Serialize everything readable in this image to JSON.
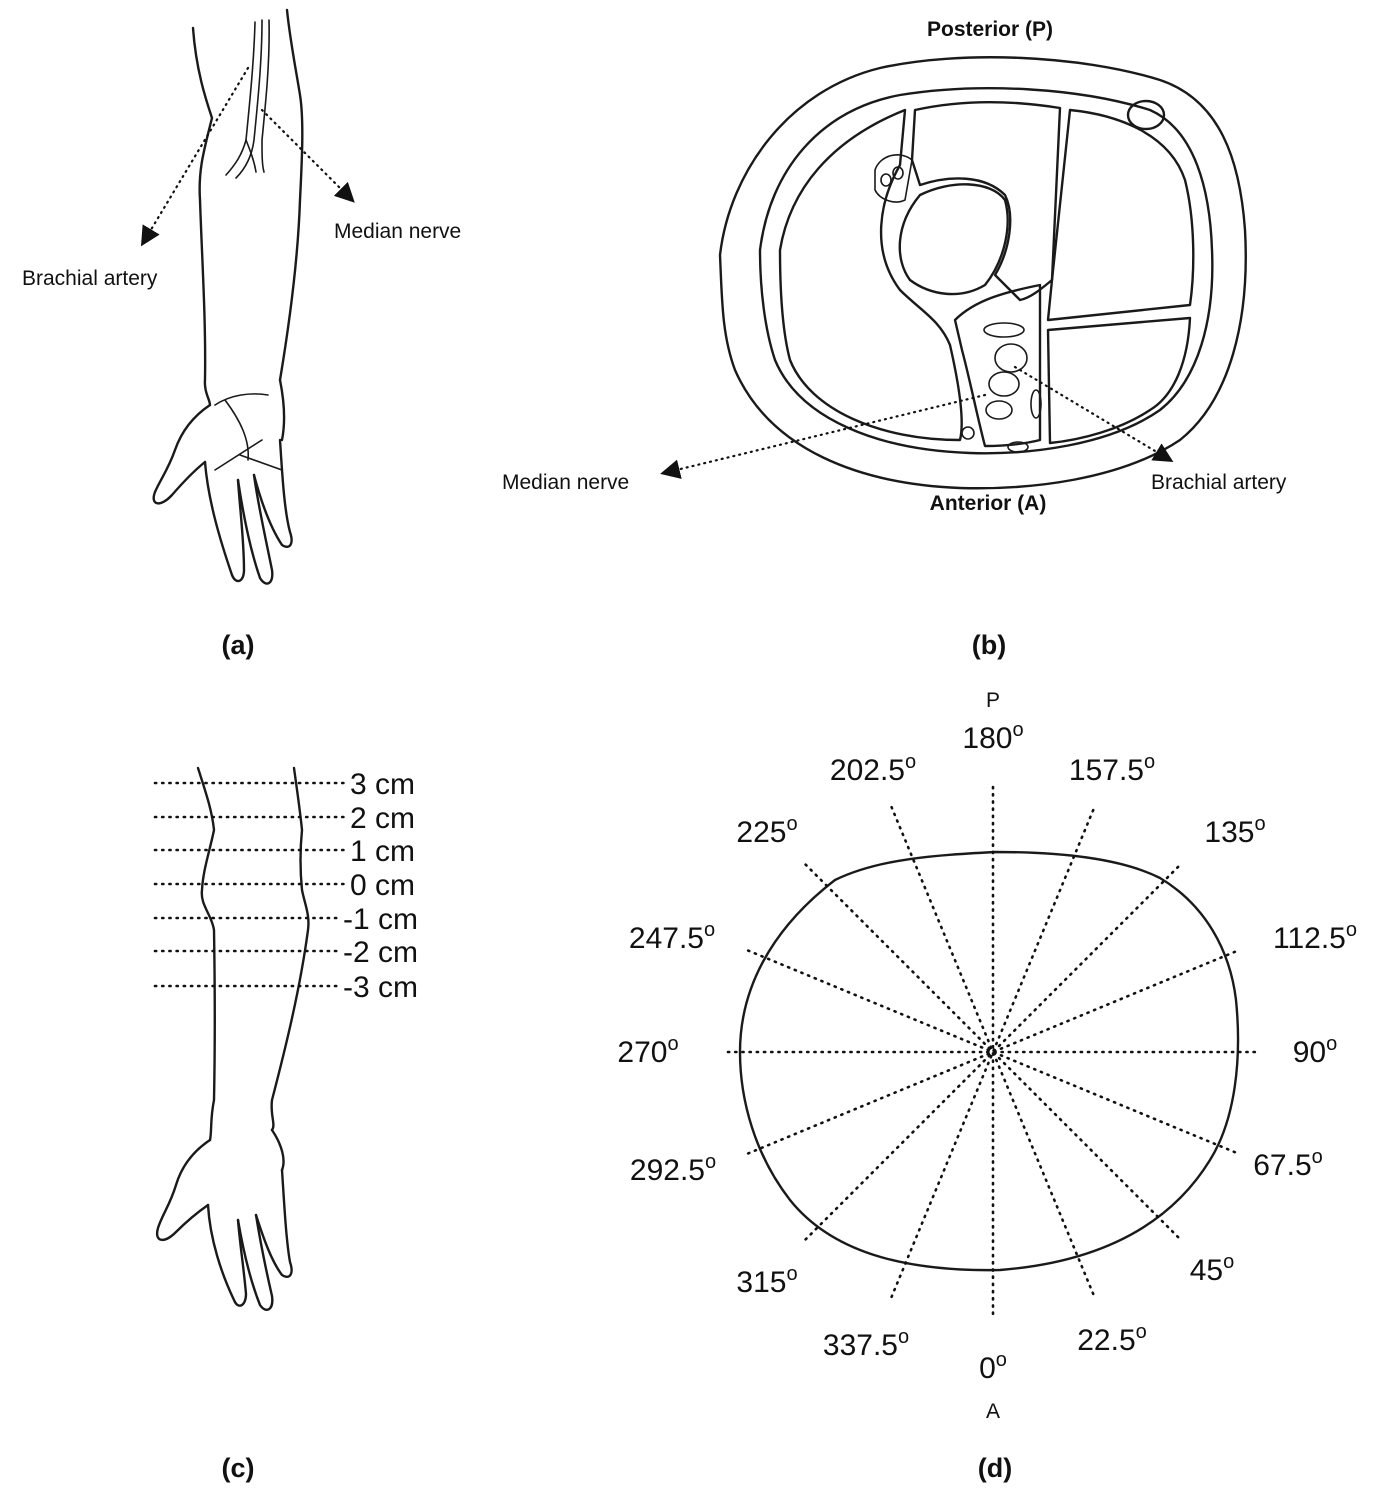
{
  "panel_a": {
    "label_brachial": "Brachial artery",
    "label_median": "Median nerve",
    "caption": "(a)"
  },
  "panel_b": {
    "posterior": "Posterior (P)",
    "anterior": "Anterior (A)",
    "label_median": "Median nerve",
    "label_brachial": "Brachial artery",
    "caption": "(b)"
  },
  "panel_c": {
    "levels": [
      "3 cm",
      "2 cm",
      "1 cm",
      "0 cm",
      "-1 cm",
      "-2 cm",
      "-3 cm"
    ],
    "caption": "(c)"
  },
  "panel_d": {
    "top_letter": "P",
    "bottom_letter": "A",
    "angles": [
      "0",
      "22.5",
      "45",
      "67.5",
      "90",
      "112.5",
      "135",
      "157.5",
      "180",
      "202.5",
      "225",
      "247.5",
      "270",
      "292.5",
      "315",
      "337.5"
    ],
    "degree_mark": "o",
    "caption": "(d)"
  }
}
